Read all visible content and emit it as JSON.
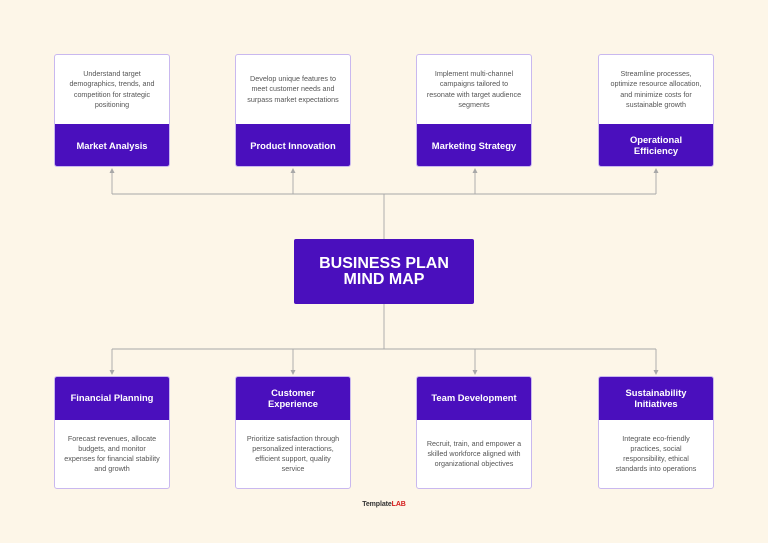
{
  "center": {
    "title": "BUSINESS PLAN MIND MAP"
  },
  "top_nodes": [
    {
      "label": "Market Analysis",
      "description": "Understand target demographics, trends, and competition for strategic positioning"
    },
    {
      "label": "Product Innovation",
      "description": "Develop unique features to meet customer needs and surpass market expectations"
    },
    {
      "label": "Marketing Strategy",
      "description": "Implement multi-channel campaigns tailored to resonate with target audience segments"
    },
    {
      "label": "Operational Efficiency",
      "description": "Streamline processes, optimize resource allocation, and minimize costs for sustainable growth"
    }
  ],
  "bottom_nodes": [
    {
      "label": "Financial Planning",
      "description": "Forecast revenues, allocate budgets, and monitor expenses for financial stability and growth"
    },
    {
      "label": "Customer Experience",
      "description": "Prioritize satisfaction through personalized interactions, efficient support, quality service"
    },
    {
      "label": "Team Development",
      "description": "Recruit, train, and empower a skilled workforce aligned with organizational objectives"
    },
    {
      "label": "Sustainability Initiatives",
      "description": "Integrate eco-friendly practices, social responsibility, ethical standards into operations"
    }
  ],
  "brand": {
    "part1": "Template",
    "part2": "LAB"
  },
  "colors": {
    "background": "#fdf6e8",
    "accent": "#4a0fbd",
    "border": "#c9b8ef",
    "connector": "#a8a8a8",
    "brand_red": "#d41b1b"
  }
}
